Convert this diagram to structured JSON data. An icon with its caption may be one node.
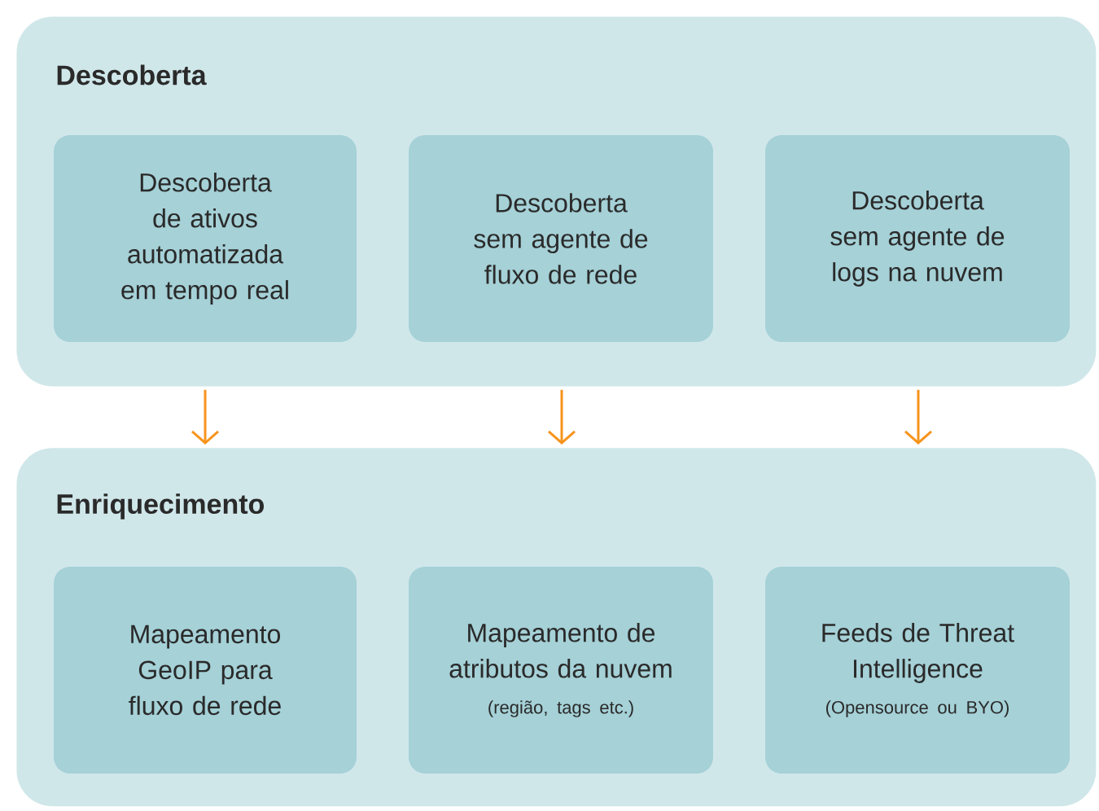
{
  "diagram": {
    "nodes": [
      {
        "text": [
          "Descoberta"
        ]
      },
      {
        "text": [
          "Descoberta de ativos automatizada em tempo real"
        ],
        "in": 0
      },
      {
        "text": [
          "Descoberta sem agente de fluxo de rede"
        ],
        "in": 0
      },
      {
        "text": [
          "Descoberta sem agente de logs na nuvem"
        ],
        "in": 0
      },
      {
        "text": [
          "Enriquecimento"
        ]
      },
      {
        "text": [
          "Mapeamento GeoIP para fluxo de rede"
        ],
        "in": 4
      },
      {
        "text": [
          "Mapeamento de atributos da nuvem",
          "(região, tags etc.)"
        ],
        "in": 4
      },
      {
        "text": [
          "Feeds de Threat Intelligence",
          "(Opensource ou BYO)"
        ],
        "in": 4
      }
    ],
    "edges": [
      {
        "from": 0,
        "to": 4,
        "arrow": "to"
      },
      {
        "from": 0,
        "to": 4,
        "arrow": "to"
      },
      {
        "from": 0,
        "to": 4,
        "arrow": "to"
      }
    ]
  }
}
